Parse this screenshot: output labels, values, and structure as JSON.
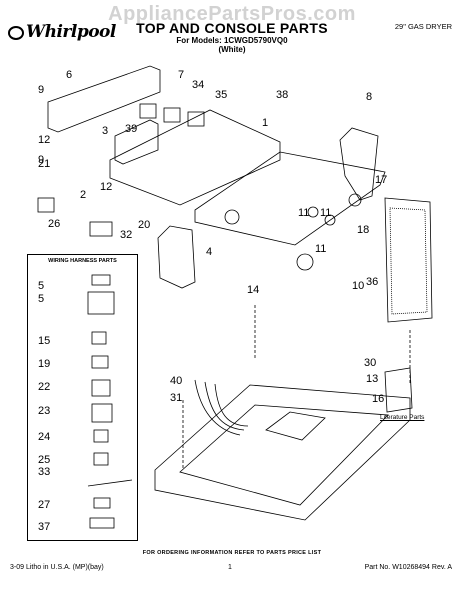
{
  "watermark": "AppliancePartsPros.com",
  "header": {
    "brand": "Whirlpool",
    "title": "TOP AND CONSOLE PARTS",
    "models": "For Models: 1CWGD5790VQ0",
    "variant": "(White)",
    "category": "29\" GAS DRYER"
  },
  "harness_box": {
    "title": "WIRING HARNESS PARTS"
  },
  "literature_label": "Literature Parts",
  "footer": {
    "order_info": "FOR ORDERING INFORMATION REFER TO PARTS PRICE LIST",
    "litho": "3-09 Litho in U.S.A. (MP)(bay)",
    "page": "1",
    "part_no": "Part No. W10268494 Rev. A"
  },
  "callouts": [
    "6",
    "7",
    "34",
    "35",
    "38",
    "8",
    "9",
    "4",
    "12",
    "21",
    "9",
    "5",
    "12",
    "11",
    "17",
    "11",
    "18",
    "2",
    "20",
    "26",
    "32",
    "14",
    "36",
    "11",
    "10",
    "5",
    "15",
    "19",
    "22",
    "23",
    "24",
    "25",
    "33",
    "27",
    "37",
    "40",
    "31",
    "30",
    "13",
    "16",
    "1",
    "39",
    "3"
  ]
}
